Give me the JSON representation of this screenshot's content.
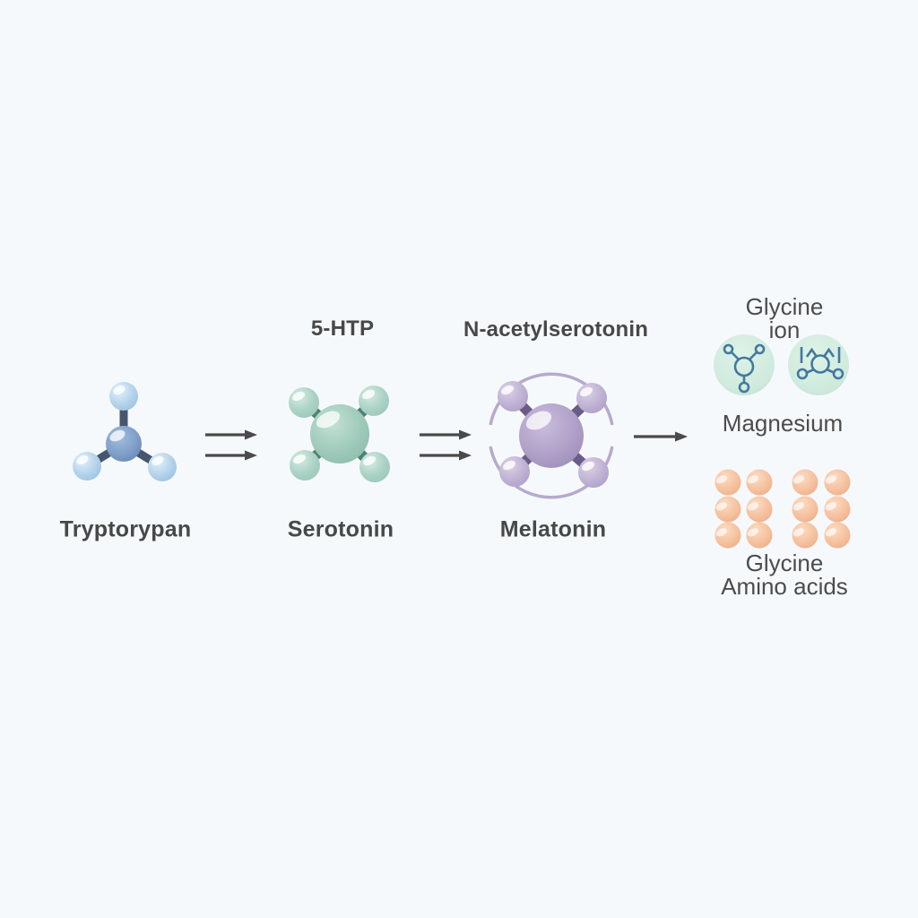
{
  "pathway": {
    "tryptophan": {
      "label": "Tryptorypan"
    },
    "serotonin": {
      "above_label": "5-HTP",
      "label": "Serotonin"
    },
    "melatonin": {
      "above_label": "N-acetylserotonin",
      "label": "Melatonin"
    }
  },
  "cofactors": {
    "glycine_ion": {
      "line1": "Glycine",
      "line2": "ion"
    },
    "magnesium": {
      "label": "Magnesium"
    },
    "amino_acids": {
      "line1": "Glycine",
      "line2": "Amino acids"
    }
  },
  "icons": {
    "tryptophan": "blue-ball-and-stick-molecule-icon",
    "serotonin": "green-ball-and-stick-molecule-icon",
    "melatonin": "purple-ball-and-stick-molecule-with-orbit-ring-icon",
    "glycine_ion": "outlined-molecule-in-mint-circle-icon",
    "magnesium": "outlined-ion-in-mint-circle-icon",
    "amino_acids": "peach-granule-grid-icon",
    "arrows": "right-reaction-arrow-icon"
  },
  "colors": {
    "background": "#f6f9fb",
    "text_bold": "#484848",
    "text_regular": "#4c4c4c",
    "arrow": "#4a4a4a",
    "tryptophan_core": "#7f9fc9",
    "tryptophan_satellite": "#b5d3ea",
    "tryptophan_bond": "#46566e",
    "serotonin_core": "#9fcabb",
    "serotonin_satellite": "#abd2c5",
    "serotonin_bond": "#4e8076",
    "melatonin_core": "#b0a1c8",
    "melatonin_satellite": "#bfb2d4",
    "melatonin_bond": "#6b5b87",
    "melatonin_ring": "#b7a9cd",
    "cofactor_circle_fill": "#cfeadd",
    "cofactor_icon_stroke": "#44789f",
    "amino_dot": "#f5c09e"
  }
}
